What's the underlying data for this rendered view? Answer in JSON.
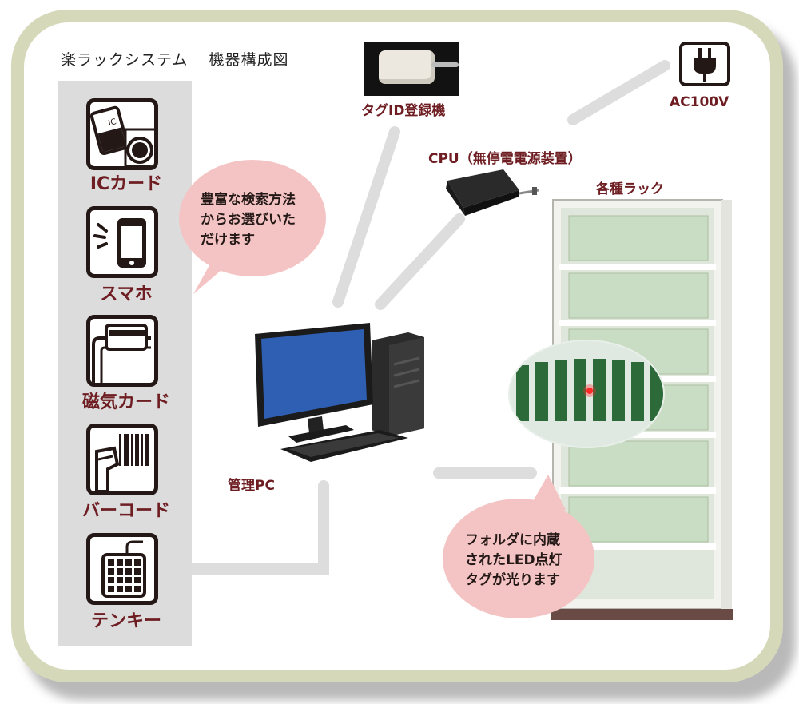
{
  "title": {
    "part1": "楽ラックシステム",
    "part2": "機器構成図"
  },
  "input_devices": [
    {
      "label": "ICカード",
      "icon": "ic-card-icon"
    },
    {
      "label": "スマホ",
      "icon": "smartphone-icon"
    },
    {
      "label": "磁気カード",
      "icon": "magnetic-card-reader-icon"
    },
    {
      "label": "バーコード",
      "icon": "barcode-scanner-icon"
    },
    {
      "label": "テンキー",
      "icon": "numeric-keypad-icon"
    }
  ],
  "bubbles": {
    "search": [
      "豊富な検索方法",
      "からお選びいた",
      "だけます"
    ],
    "led": [
      "フォルダに内蔵",
      "されたLED点灯",
      "タグが光ります"
    ]
  },
  "devices": {
    "tag_registrar": "タグID登録機",
    "power": "AC100V",
    "cpu": "CPU（無停電電源装置）",
    "rack": "各種ラック",
    "pc": "管理PC"
  },
  "colors": {
    "label": "#6e1e22",
    "bubble": "#f4c4c4",
    "frame": "#d6d9b9",
    "sidebar": "#dcdcdc",
    "connector": "#dddddd"
  }
}
